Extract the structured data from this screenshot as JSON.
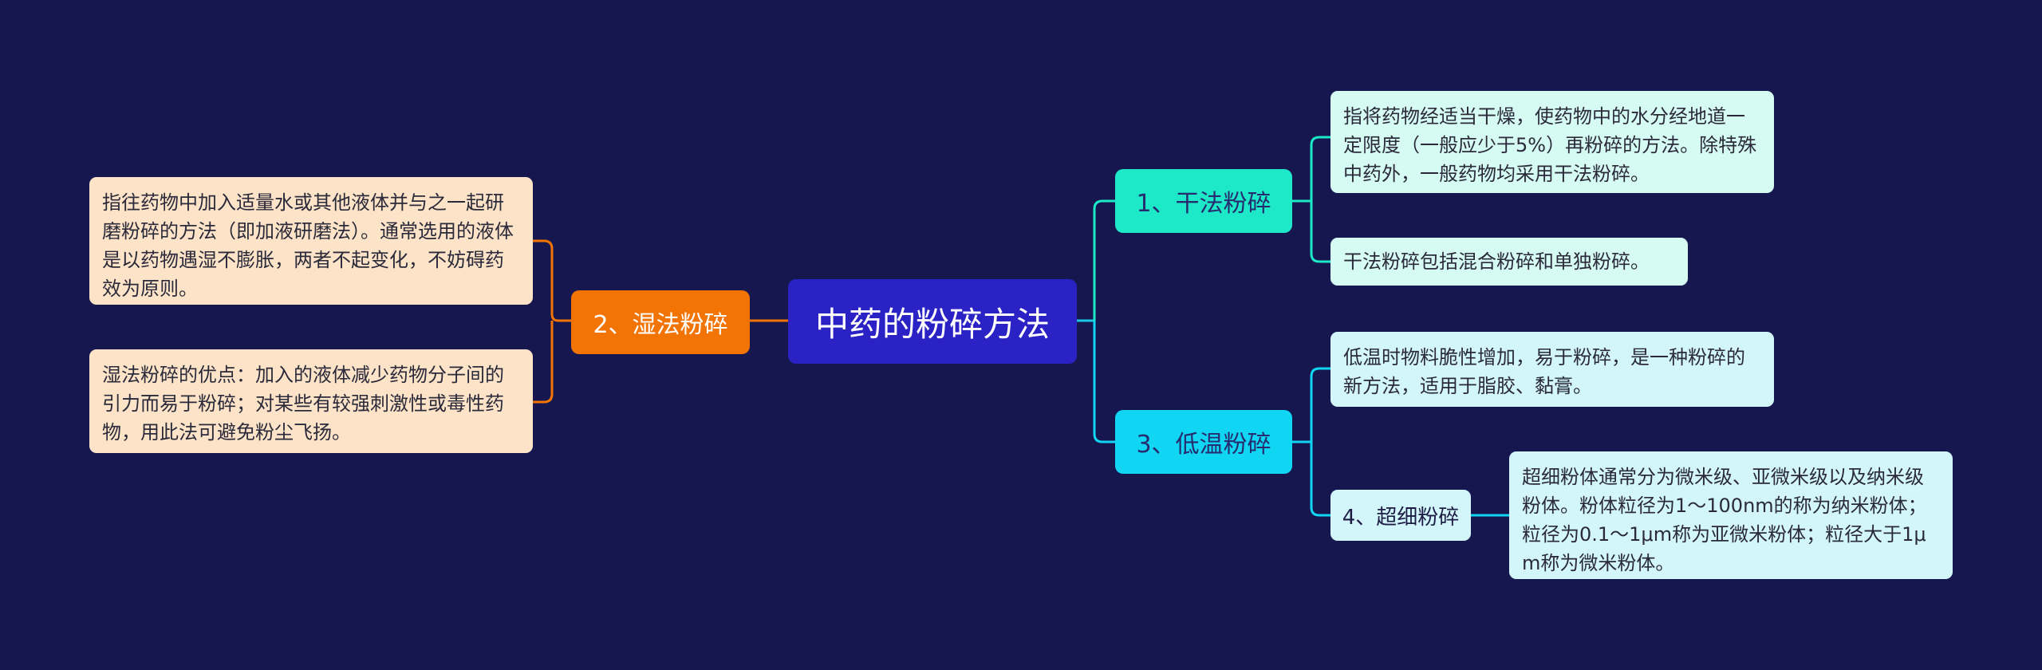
{
  "colors": {
    "background": "#17174f",
    "center": "#2b22c6",
    "wet_branch": "#f27405",
    "dry_branch": "#1de8c7",
    "low_temp_branch": "#10d5f3",
    "ultrafine_branch": "#d3f6fb",
    "wet_leaf": "#fde3c7",
    "dry_leaf": "#d6fbf3",
    "low_temp_leaf": "#d3f6fb"
  },
  "center": {
    "label": "中药的粉碎方法"
  },
  "left": {
    "wet": {
      "label": "2、湿法粉碎",
      "leaves": [
        "指往药物中加入适量水或其他液体并与之一起研磨粉碎的方法（即加液研磨法）。通常选用的液体是以药物遇湿不膨胀，两者不起变化，不妨碍药效为原则。",
        "湿法粉碎的优点：加入的液体减少药物分子间的引力而易于粉碎；对某些有较强刺激性或毒性药物，用此法可避免粉尘飞扬。"
      ]
    }
  },
  "right": {
    "dry": {
      "label": "1、干法粉碎",
      "leaves": [
        "指将药物经适当干燥，使药物中的水分经地道一定限度（一般应少于5%）再粉碎的方法。除特殊中药外，一般药物均采用干法粉碎。",
        "干法粉碎包括混合粉碎和单独粉碎。"
      ]
    },
    "low_temp": {
      "label": "3、低温粉碎",
      "leaves": [
        "低温时物料脆性增加，易于粉碎，是一种粉碎的新方法，适用于脂胶、黏膏。"
      ],
      "ultrafine": {
        "label": "4、超细粉碎",
        "leaves": [
          "超细粉体通常分为微米级、亚微米级以及纳米级粉体。粉体粒径为1～100nm的称为纳米粉体；粒径为0.1～1μm称为亚微米粉体；粒径大于1μm称为微米粉体。"
        ]
      }
    }
  }
}
